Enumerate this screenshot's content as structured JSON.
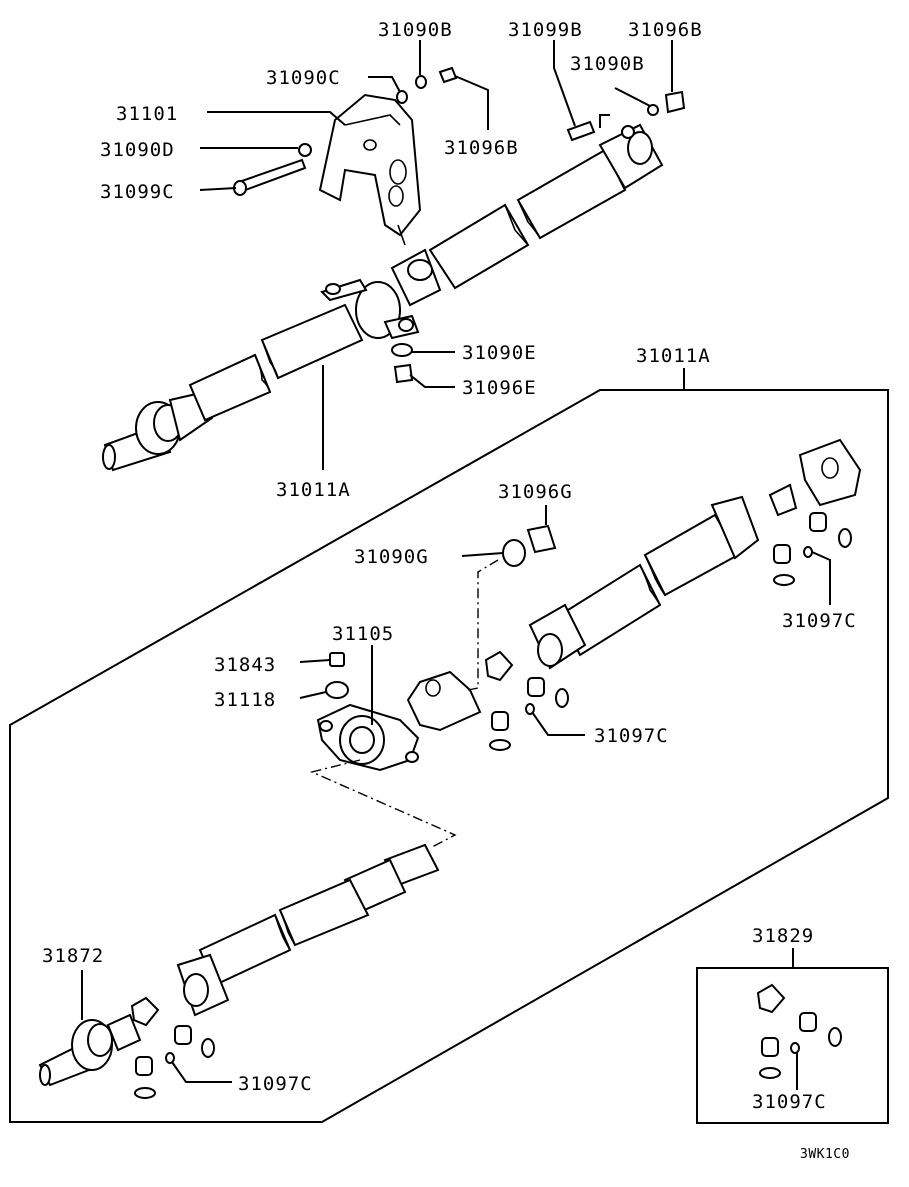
{
  "diagram": {
    "code": "3WK1C0",
    "labels": {
      "l31090B_top": "31090B",
      "l31099B": "31099B",
      "l31096B_top": "31096B",
      "l31090C": "31090C",
      "l31090B_right": "31090B",
      "l31101": "31101",
      "l31090D": "31090D",
      "l31096B_mid": "31096B",
      "l31099C": "31099C",
      "l31090E": "31090E",
      "l31096E": "31096E",
      "l31011A_right": "31011A",
      "l31011A_left": "31011A",
      "l31096G": "31096G",
      "l31090G": "31090G",
      "l31097C_a": "31097C",
      "l31105": "31105",
      "l31843": "31843",
      "l31118": "31118",
      "l31097C_b": "31097C",
      "l31872": "31872",
      "l31829": "31829",
      "l31097C_c": "31097C",
      "l31097C_d": "31097C"
    }
  }
}
